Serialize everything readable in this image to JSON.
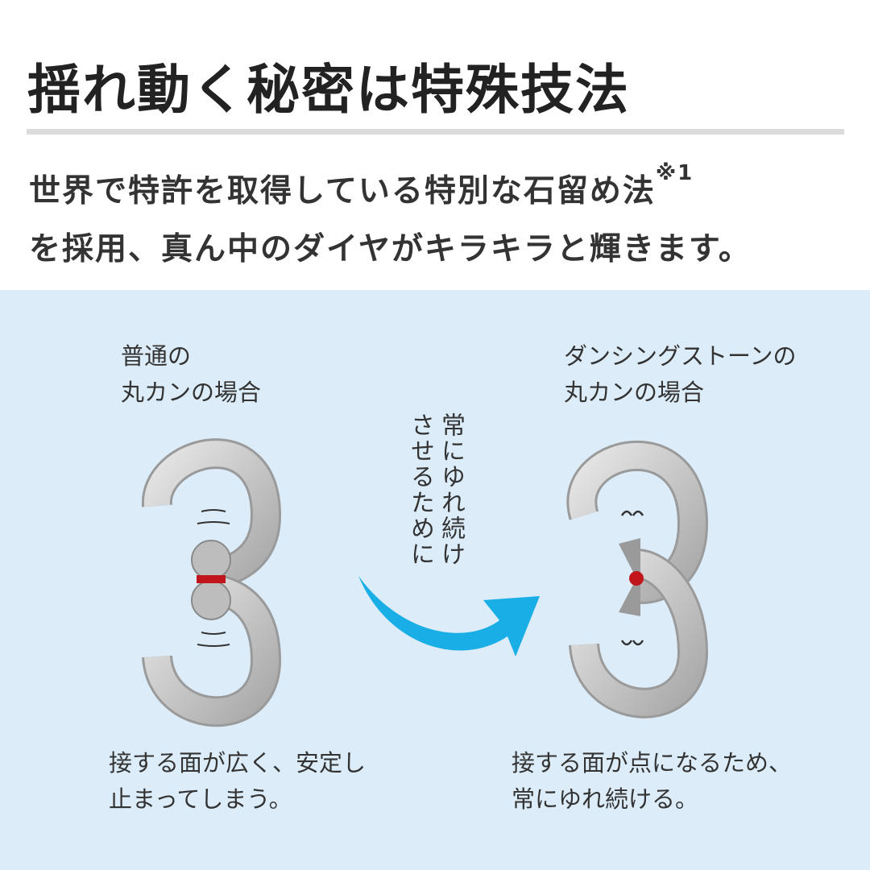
{
  "title": "揺れ動く秘密は特殊技法",
  "body": {
    "line1": "世界で特許を取得している特別な石留め法",
    "note": "※1",
    "line2": "を採用、真ん中のダイヤがキラキラと輝きます。"
  },
  "diagram": {
    "left_label": [
      "普通の",
      "丸カンの場合"
    ],
    "right_label": [
      "ダンシングストーンの",
      "丸カンの場合"
    ],
    "center_text": [
      "常にゆれ続け",
      "させるために"
    ],
    "left_caption": [
      "接する面が広く、安定し",
      "止まってしまう。"
    ],
    "right_caption": [
      "接する面が点になるため、",
      "常にゆれ続ける。"
    ]
  },
  "colors": {
    "panel": "#dcedf9",
    "arrow": "#1aaee6",
    "ring": "#b9b9b9",
    "stone": "#c0161b"
  }
}
